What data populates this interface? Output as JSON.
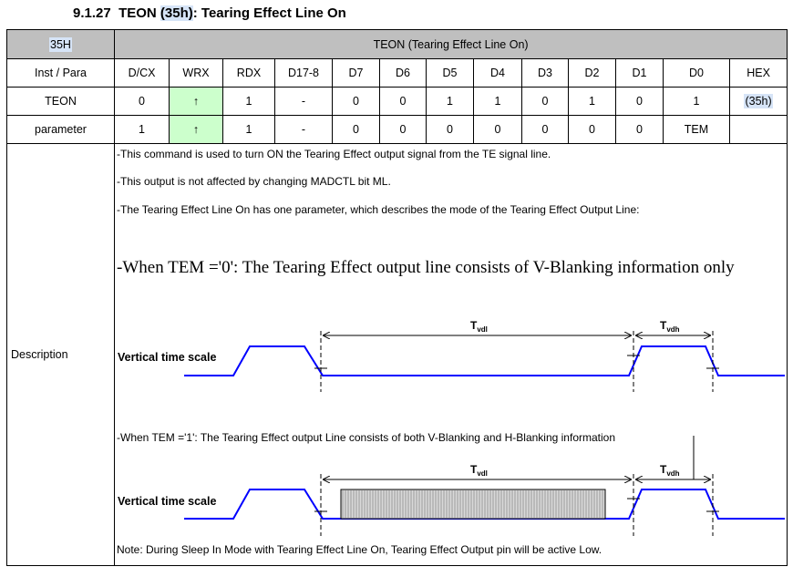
{
  "section": {
    "number": "9.1.27",
    "title_prefix": "TEON",
    "title_hex": "(35h)",
    "title_suffix": ": Tearing Effect Line On"
  },
  "header": {
    "code": "35H",
    "command_name": "TEON (Tearing Effect Line On)"
  },
  "columns": [
    "Inst / Para",
    "D/CX",
    "WRX",
    "RDX",
    "D17-8",
    "D7",
    "D6",
    "D5",
    "D4",
    "D3",
    "D2",
    "D1",
    "D0",
    "HEX"
  ],
  "rows": [
    {
      "label": "TEON",
      "cells": [
        "0",
        "↑",
        "1",
        "-",
        "0",
        "0",
        "1",
        "1",
        "0",
        "1",
        "0",
        "1"
      ],
      "hex": "(35h)"
    },
    {
      "label": "parameter",
      "cells": [
        "1",
        "↑",
        "1",
        "-",
        "0",
        "0",
        "0",
        "0",
        "0",
        "0",
        "0",
        "TEM"
      ],
      "hex": ""
    }
  ],
  "description": {
    "label": "Description",
    "line1": "-This command is used to turn ON the Tearing Effect output signal from the TE signal line.",
    "line2": "-This output is not affected by changing MADCTL bit ML.",
    "line3": "-The Tearing Effect Line On has one parameter, which describes the mode of the Tearing Effect Output Line:",
    "tem0_text": "-When TEM ='0': The Tearing Effect output line consists of V-Blanking information only",
    "tem1_text": "-When TEM ='1': The Tearing Effect output Line consists of both V-Blanking and H-Blanking information",
    "time_scale_label": "Vertical time scale",
    "tvdl_main": "T",
    "tvdl_sub": "vdl",
    "tvdh_main": "T",
    "tvdh_sub": "vdh",
    "note": "Note: During Sleep In Mode with Tearing Effect Line On, Tearing Effect Output pin will be active Low."
  },
  "colors": {
    "header_bg": "#bfbfbf",
    "wrx_green": "#ccffcc",
    "signal_blue": "#0000ff",
    "highlight": "#d6e4f7",
    "hblank_fill": "#d9d9d9"
  }
}
